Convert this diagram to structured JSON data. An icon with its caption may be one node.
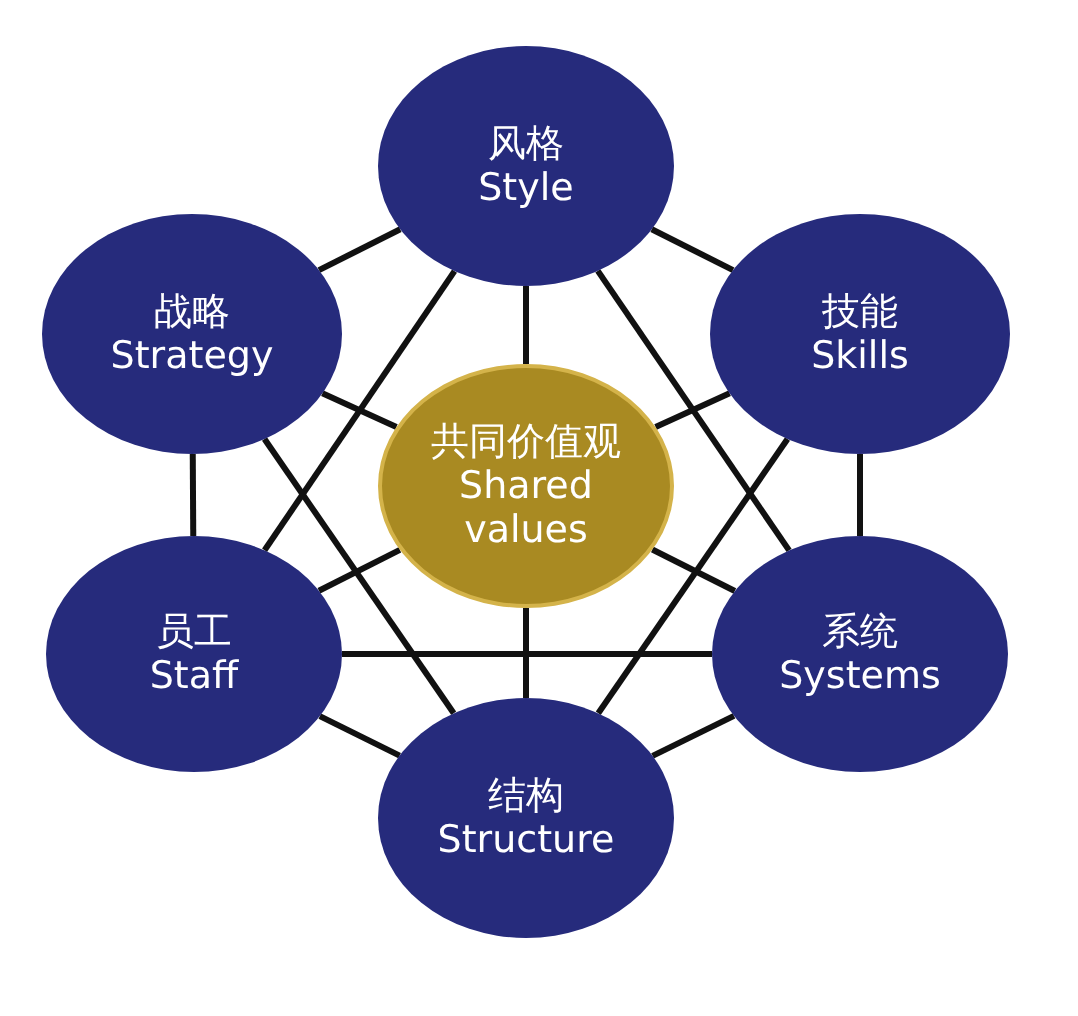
{
  "diagram": {
    "nodes": [
      {
        "text": [
          "风格",
          "Style"
        ]
      },
      {
        "text": [
          "战略",
          "Strategy"
        ]
      },
      {
        "text": [
          "技能",
          "Skills"
        ]
      },
      {
        "text": [
          "共同价值观",
          "Shared values"
        ]
      },
      {
        "text": [
          "员工",
          "Staff"
        ]
      },
      {
        "text": [
          "系统",
          "Systems"
        ]
      },
      {
        "text": [
          "结构",
          "Structure"
        ]
      }
    ],
    "edges": [
      {
        "from": 0,
        "to": 1,
        "arrow": "none"
      },
      {
        "from": 0,
        "to": 2,
        "arrow": "none"
      },
      {
        "from": 1,
        "to": 4,
        "arrow": "none"
      },
      {
        "from": 2,
        "to": 5,
        "arrow": "none"
      },
      {
        "from": 4,
        "to": 6,
        "arrow": "none"
      },
      {
        "from": 5,
        "to": 6,
        "arrow": "none"
      },
      {
        "from": 3,
        "to": 0,
        "arrow": "none"
      },
      {
        "from": 3,
        "to": 1,
        "arrow": "none"
      },
      {
        "from": 3,
        "to": 2,
        "arrow": "none"
      },
      {
        "from": 3,
        "to": 4,
        "arrow": "none"
      },
      {
        "from": 3,
        "to": 5,
        "arrow": "none"
      },
      {
        "from": 3,
        "to": 6,
        "arrow": "none"
      },
      {
        "from": 0,
        "to": 4,
        "arrow": "none"
      },
      {
        "from": 0,
        "to": 5,
        "arrow": "none"
      },
      {
        "from": 1,
        "to": 6,
        "arrow": "none"
      },
      {
        "from": 2,
        "to": 6,
        "arrow": "none"
      },
      {
        "from": 4,
        "to": 5,
        "arrow": "none"
      }
    ]
  }
}
